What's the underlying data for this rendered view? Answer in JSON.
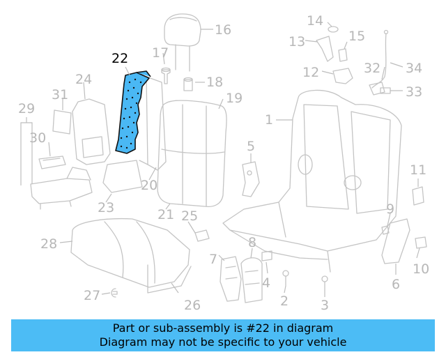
{
  "diagram": {
    "highlighted_part": "22",
    "callouts": [
      "1",
      "2",
      "3",
      "4",
      "5",
      "6",
      "7",
      "8",
      "9",
      "10",
      "11",
      "12",
      "13",
      "14",
      "15",
      "16",
      "17",
      "18",
      "19",
      "20",
      "21",
      "22",
      "23",
      "24",
      "25",
      "26",
      "27",
      "28",
      "29",
      "30",
      "31",
      "32",
      "33",
      "34"
    ],
    "colors": {
      "highlight_fill": "#4ab8f4",
      "caption_bg": "#4cbcf5",
      "line_gray": "#c4c4c4"
    }
  },
  "caption": {
    "line1": "Part or sub-assembly is #22 in diagram",
    "line2": "Diagram may not be specific to your vehicle"
  }
}
